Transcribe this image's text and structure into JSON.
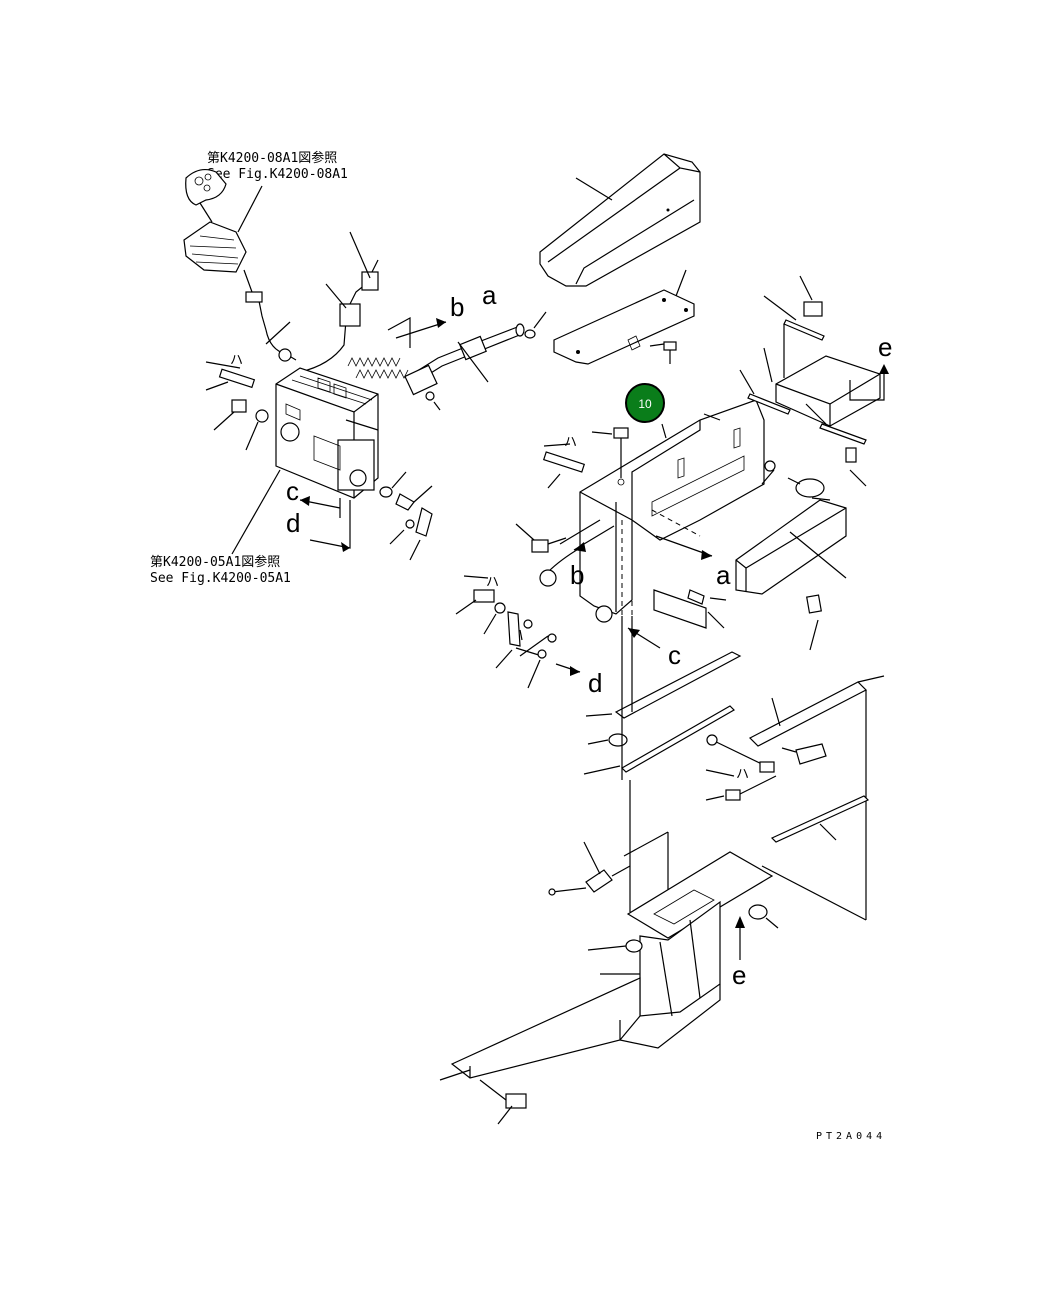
{
  "references": {
    "top": {
      "jp": "第K4200-08A1図参照",
      "en": "See Fig.K4200-08A1"
    },
    "bottom": {
      "jp": "第K4200-05A1図参照",
      "en": "See Fig.K4200-05A1"
    }
  },
  "arrow_letters": {
    "a_top": "a",
    "b_top": "b",
    "c_left": "c",
    "d_left": "d",
    "e_top": "e",
    "b_mid": "b",
    "a_mid": "a",
    "c_right": "c",
    "d_bottom": "d",
    "e_bottom": "e"
  },
  "callout": {
    "number": "10",
    "color": "#0a7d1a",
    "ring_color": "#000000"
  },
  "drawing_code": "PT2A044",
  "icons": [
    "callout-badge",
    "direction-arrow"
  ]
}
